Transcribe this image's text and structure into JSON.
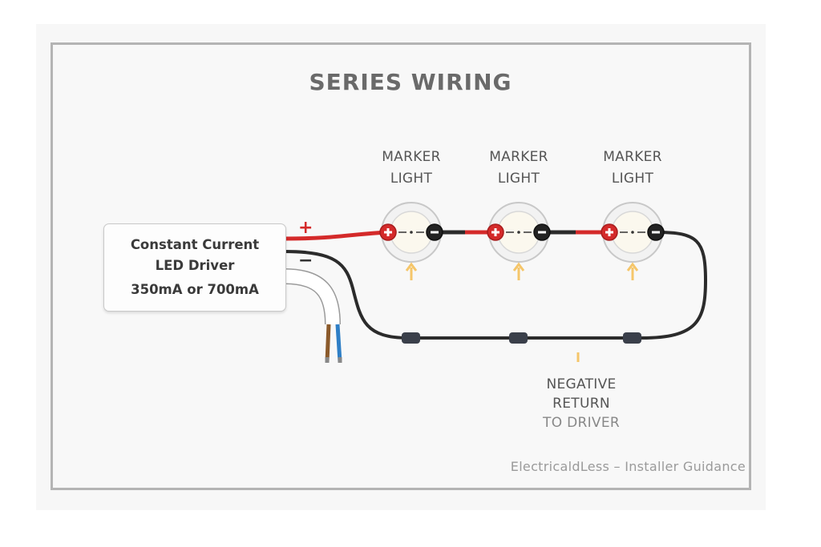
{
  "title": "SERIES WIRING",
  "driver": {
    "line1": "Constant Current",
    "line2": "LED Driver",
    "line3": "350mA or 700mA"
  },
  "terminals": {
    "positive": "+",
    "negative": "−"
  },
  "marker_lights": [
    {
      "line1": "MARKER",
      "line2": "LIGHT"
    },
    {
      "line1": "MARKER",
      "line2": "LIGHT"
    },
    {
      "line1": "MARKER",
      "line2": "LIGHT"
    }
  ],
  "negative_return": {
    "line1": "NEGATIVE",
    "line2": "RETURN",
    "line3": "TO DRIVER"
  },
  "footer": "ElectricaldLess – Installer Guidance",
  "colors": {
    "positive_wire": "#d42a2a",
    "negative_wire": "#2b2b2b",
    "arrow": "#f5c66a",
    "live_core": "#8b5a2b",
    "neutral_core": "#2f7fc6"
  }
}
